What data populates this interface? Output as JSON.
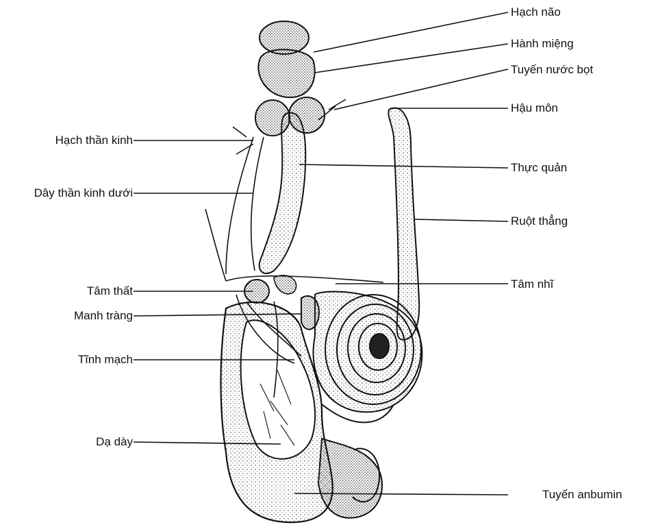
{
  "labels_right": [
    {
      "id": "hach-nao",
      "text": "Hạch não"
    },
    {
      "id": "hanh-mieng",
      "text": "Hành miệng"
    },
    {
      "id": "tuyen-nuoc-bot",
      "text": "Tuyến nước bọt"
    },
    {
      "id": "hau-mon",
      "text": "Hậu môn"
    },
    {
      "id": "thuc-quan",
      "text": "Thực quản"
    },
    {
      "id": "ruot-thang",
      "text": "Ruột thẳng"
    },
    {
      "id": "tam-nhi",
      "text": "Tâm nhĩ"
    },
    {
      "id": "tuyen-anbumin",
      "text": "Tuyến anbumin"
    }
  ],
  "labels_left": [
    {
      "id": "hach-than-kinh",
      "text": "Hạch thần kinh"
    },
    {
      "id": "day-than-kinh-duoi",
      "text": "Dây thần kinh dưới"
    },
    {
      "id": "tam-that",
      "text": "Tâm thất"
    },
    {
      "id": "manh-trang",
      "text": "Manh tràng"
    },
    {
      "id": "tinh-mach",
      "text": "Tĩnh mạch"
    },
    {
      "id": "da-day",
      "text": "Dạ dày"
    }
  ]
}
